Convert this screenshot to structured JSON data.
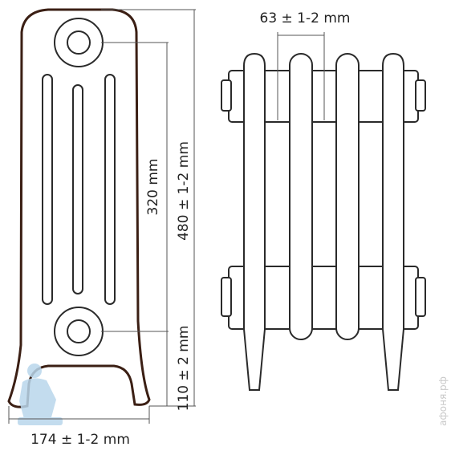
{
  "drawing": {
    "dimensions": {
      "width": "174 ± 1-2 mm",
      "section_pitch": "63 ± 1-2 mm",
      "axis_distance": "320 mm",
      "full_height": "480 ± 1-2 mm",
      "base_height": "110 ± 2 mm"
    },
    "watermark": "афоня.рф"
  },
  "colors": {
    "section_outline": "#3b1f14",
    "line": "#2a2a2a",
    "dimension_line": "#555555",
    "watermark": "#c9c9c9",
    "logo": "#b9d7ec"
  }
}
